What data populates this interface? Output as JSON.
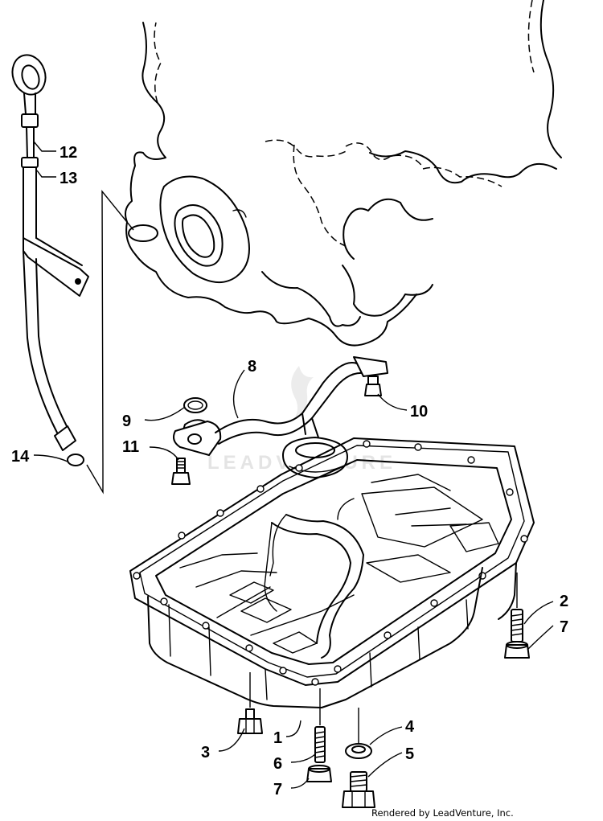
{
  "diagram": {
    "callouts": [
      {
        "id": "12",
        "label": "12"
      },
      {
        "id": "13",
        "label": "13"
      },
      {
        "id": "8",
        "label": "8"
      },
      {
        "id": "9",
        "label": "9"
      },
      {
        "id": "10",
        "label": "10"
      },
      {
        "id": "11",
        "label": "11"
      },
      {
        "id": "14",
        "label": "14"
      },
      {
        "id": "2",
        "label": "2"
      },
      {
        "id": "7a",
        "label": "7"
      },
      {
        "id": "3",
        "label": "3"
      },
      {
        "id": "1",
        "label": "1"
      },
      {
        "id": "4",
        "label": "4"
      },
      {
        "id": "6",
        "label": "6"
      },
      {
        "id": "5",
        "label": "5"
      },
      {
        "id": "7b",
        "label": "7"
      }
    ],
    "watermark": "LEADVENTURE",
    "footer": "Rendered by LeadVenture, Inc."
  }
}
